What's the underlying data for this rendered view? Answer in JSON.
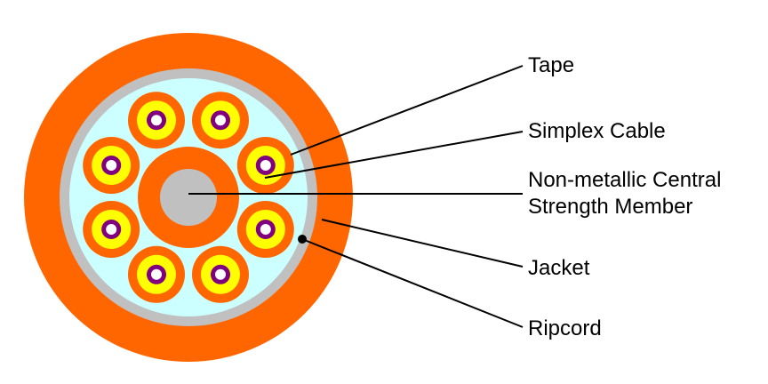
{
  "colors": {
    "jacket": "#ff6600",
    "tape": "#c0c0c0",
    "filler": "#ccffff",
    "simplex_buffer": "#ff6600",
    "fiber_coating": "#ffff00",
    "fiber_cladding": "#ffffff",
    "fiber_core": "#800080",
    "central_member": "#c0c0c0",
    "leader_line": "#000000"
  },
  "labels": {
    "tape": "Tape",
    "simplex_cable": "Simplex Cable",
    "central_member_line1": "Non-metallic Central",
    "central_member_line2": "Strength Member",
    "jacket": "Jacket",
    "ripcord": "Ripcord"
  },
  "simplex_count": 8
}
